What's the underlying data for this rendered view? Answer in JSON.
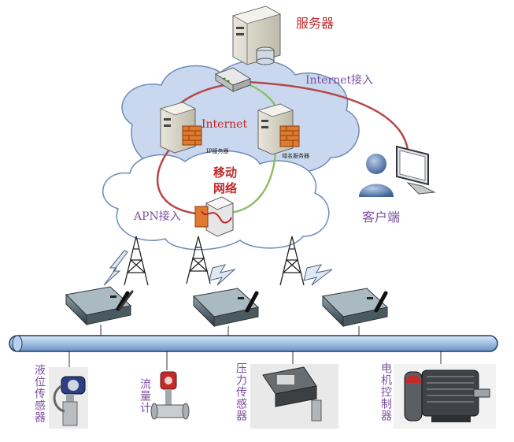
{
  "labels": {
    "server": "服务器",
    "internet_access": "Internet接入",
    "internet": "Internet",
    "ip_server": "IP服务器",
    "domain_server": "域名服务器",
    "mobile_network_line1": "移动",
    "mobile_network_line2": "网络",
    "apn_access": "APN接入",
    "client": "客户端"
  },
  "sensors": {
    "liquid_level": "液位传感器",
    "flow_meter": "流量计",
    "pressure": "压力传感器",
    "motor_controller": "电机控制器"
  },
  "colors": {
    "server_label": "#c0282b",
    "access_label": "#7b4fa0",
    "cloud_fill": "#c9d8ee",
    "cloud_stroke": "#6e8cb8",
    "bus_fill": "#9fc0e4",
    "link_red": "#b5474a",
    "link_green": "#8fbf6a"
  }
}
